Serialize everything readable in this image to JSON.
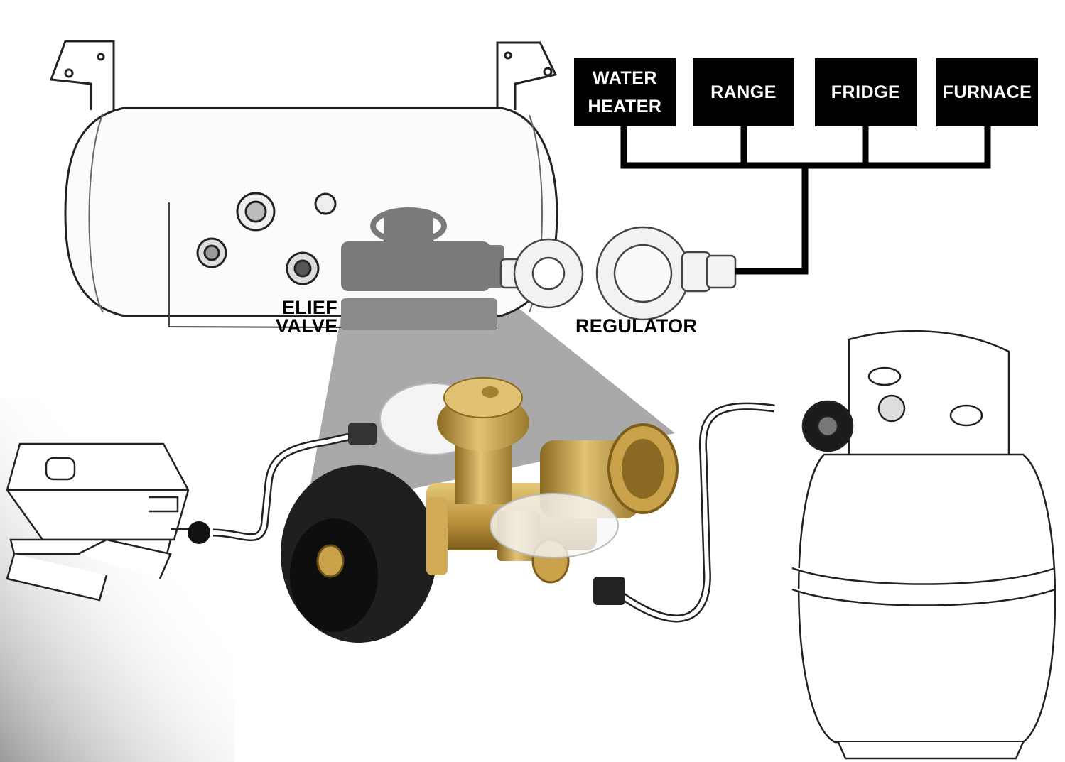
{
  "appliances": [
    {
      "label": "WATER\nHEATER"
    },
    {
      "label": "RANGE"
    },
    {
      "label": "FRIDGE"
    },
    {
      "label": "FURNACE"
    }
  ],
  "labels": {
    "relief_valve_line1": "ELIEF",
    "relief_valve_line2": "VALVE",
    "regulator": "REGULATOR"
  },
  "components": [
    "rv-propane-tank",
    "two-stage-regulator",
    "tee-adapter",
    "portable-grill",
    "propane-cylinder"
  ],
  "colors": {
    "box_fill": "#000000",
    "box_text": "#ffffff",
    "pipe": "#000000",
    "highlight_cone": "#a9a9a9",
    "brass": "#c9a24a",
    "brass_dark": "#8a6a22",
    "fitting_black": "#1c1c1c"
  }
}
